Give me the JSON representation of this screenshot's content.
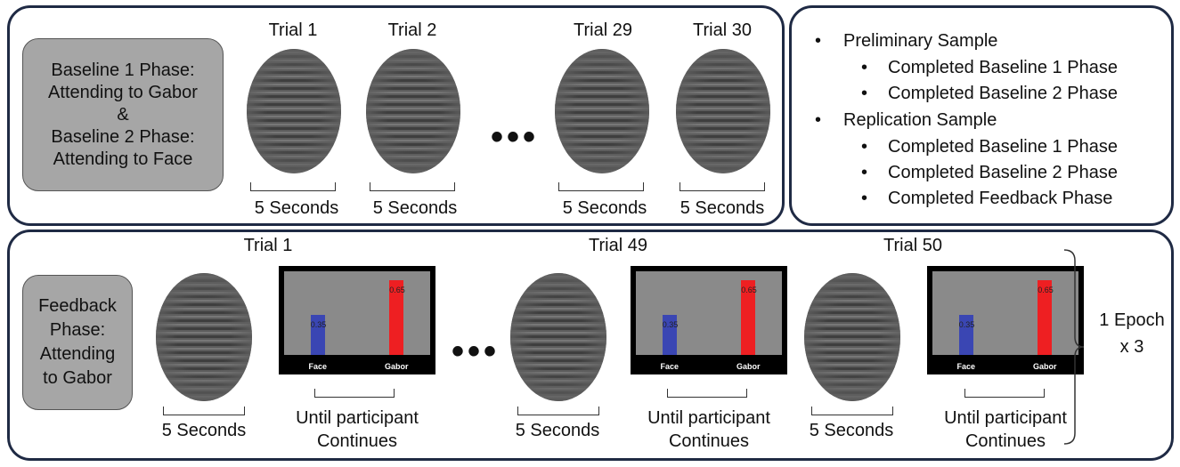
{
  "baseline_panel": {
    "phase_label_lines": [
      "Baseline 1 Phase:",
      "Attending to Gabor",
      "&",
      "Baseline 2 Phase:",
      "Attending to Face"
    ],
    "trials": [
      "Trial 1",
      "Trial 2",
      "Trial 29",
      "Trial 30"
    ],
    "duration": "5 Seconds",
    "ellipsis": "•••"
  },
  "sample_panel": {
    "groups": [
      {
        "title": "Preliminary Sample",
        "items": [
          "Completed Baseline 1 Phase",
          "Completed Baseline 2 Phase"
        ]
      },
      {
        "title": "Replication Sample",
        "items": [
          "Completed Baseline 1 Phase",
          "Completed Baseline 2 Phase",
          "Completed Feedback Phase"
        ]
      }
    ]
  },
  "feedback_panel": {
    "phase_label_lines": [
      "Feedback",
      "Phase:",
      "Attending",
      "to Gabor"
    ],
    "trials": [
      "Trial 1",
      "Trial 49",
      "Trial 50"
    ],
    "stim_duration": "5 Seconds",
    "feedback_duration": "Until participant Continues",
    "ellipsis": "•••",
    "epoch_label": "1 Epoch",
    "repeat_label": "x 3",
    "feedback_screen": {
      "categories": [
        "Face",
        "Gabor"
      ],
      "values": [
        0.35,
        0.65
      ],
      "value_labels": [
        "0.35",
        "0.65"
      ],
      "colors": [
        "#3a46b3",
        "#ee1f22"
      ]
    }
  }
}
